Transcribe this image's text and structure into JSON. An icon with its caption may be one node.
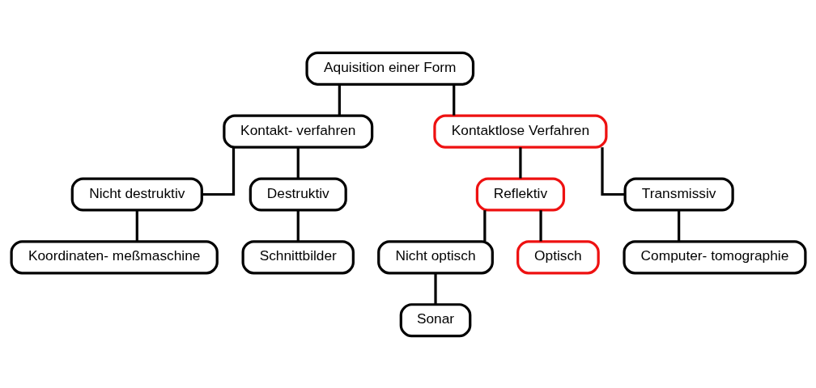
{
  "diagram": {
    "nodes": [
      {
        "text": [
          "Aquisition einer Form"
        ]
      },
      {
        "text": [
          "Kontakt- verfahren"
        ]
      },
      {
        "text": [
          "Kontaktlose Verfahren"
        ]
      },
      {
        "text": [
          "Nicht destruktiv"
        ]
      },
      {
        "text": [
          "Destruktiv"
        ]
      },
      {
        "text": [
          "Koordinaten- meßmaschine"
        ]
      },
      {
        "text": [
          "Schnittbilder"
        ]
      },
      {
        "text": [
          "Reflektiv"
        ]
      },
      {
        "text": [
          "Transmissiv"
        ]
      },
      {
        "text": [
          "Nicht optisch"
        ]
      },
      {
        "text": [
          "Optisch"
        ]
      },
      {
        "text": [
          "Sonar"
        ]
      },
      {
        "text": [
          "Computer- tomographie"
        ]
      }
    ],
    "edges": [
      {
        "from": 0,
        "to": 1,
        "arrow": "none"
      },
      {
        "from": 0,
        "to": 2,
        "arrow": "none"
      },
      {
        "from": 1,
        "to": 3,
        "arrow": "none"
      },
      {
        "from": 1,
        "to": 4,
        "arrow": "none"
      },
      {
        "from": 3,
        "to": 5,
        "arrow": "none"
      },
      {
        "from": 4,
        "to": 6,
        "arrow": "none"
      },
      {
        "from": 2,
        "to": 7,
        "arrow": "none"
      },
      {
        "from": 2,
        "to": 8,
        "arrow": "none"
      },
      {
        "from": 7,
        "to": 9,
        "arrow": "none"
      },
      {
        "from": 7,
        "to": 10,
        "arrow": "none"
      },
      {
        "from": 9,
        "to": 11,
        "arrow": "none"
      },
      {
        "from": 8,
        "to": 12,
        "arrow": "none"
      }
    ]
  }
}
